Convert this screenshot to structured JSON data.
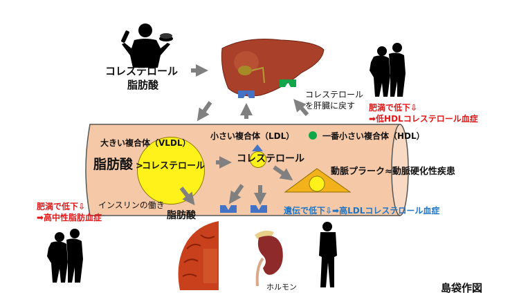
{
  "diagram": {
    "title_credit": "島袋作図",
    "sources": {
      "diet_label_line1": "コレステロール",
      "diet_label_line2": "脂肪酸"
    },
    "liver": {
      "return_label_line1": "コレステロール",
      "return_label_line2": "を肝臓に戻す"
    },
    "vessel": {
      "vldl_label": "大きい複合体（VLDL）",
      "ldl_label": "小さい複合体（LDL）",
      "hdl_label": "一番小さい複合体（HDL）",
      "vldl_content_left": "脂肪酸",
      "vldl_content_sep": ">",
      "vldl_content_right": "コレステロール",
      "ldl_content": "コレステロール",
      "plaque_label": "動脈プラーク≈動脈硬化性疾患"
    },
    "conditions": {
      "hdl_cond_line1": "肥満で低下⇩",
      "hdl_cond_line2": "➡低HDLコレステロール血症",
      "tg_cond_line1": "肥満で低下⇩",
      "tg_cond_line2": "➡高中性脂肪血症",
      "ldl_cond": "遺伝で低下⇩➡高LDLコレステロール血症"
    },
    "tissues": {
      "insulin_label": "インスリンの働き",
      "muscle_label": "脂肪酸",
      "kidney_label": "ホルモン"
    },
    "colors": {
      "vessel_fill": "#f5c9a8",
      "vldl_fill": "#fff21a",
      "plaque_fill": "#f3b21c",
      "hdl_dot": "#12a64a",
      "ldl_receptor": "#4472c4",
      "hdl_receptor": "#12a64a",
      "arrow": "#808080",
      "alert_red": "#e01818",
      "info_blue": "#1f74c4"
    }
  }
}
